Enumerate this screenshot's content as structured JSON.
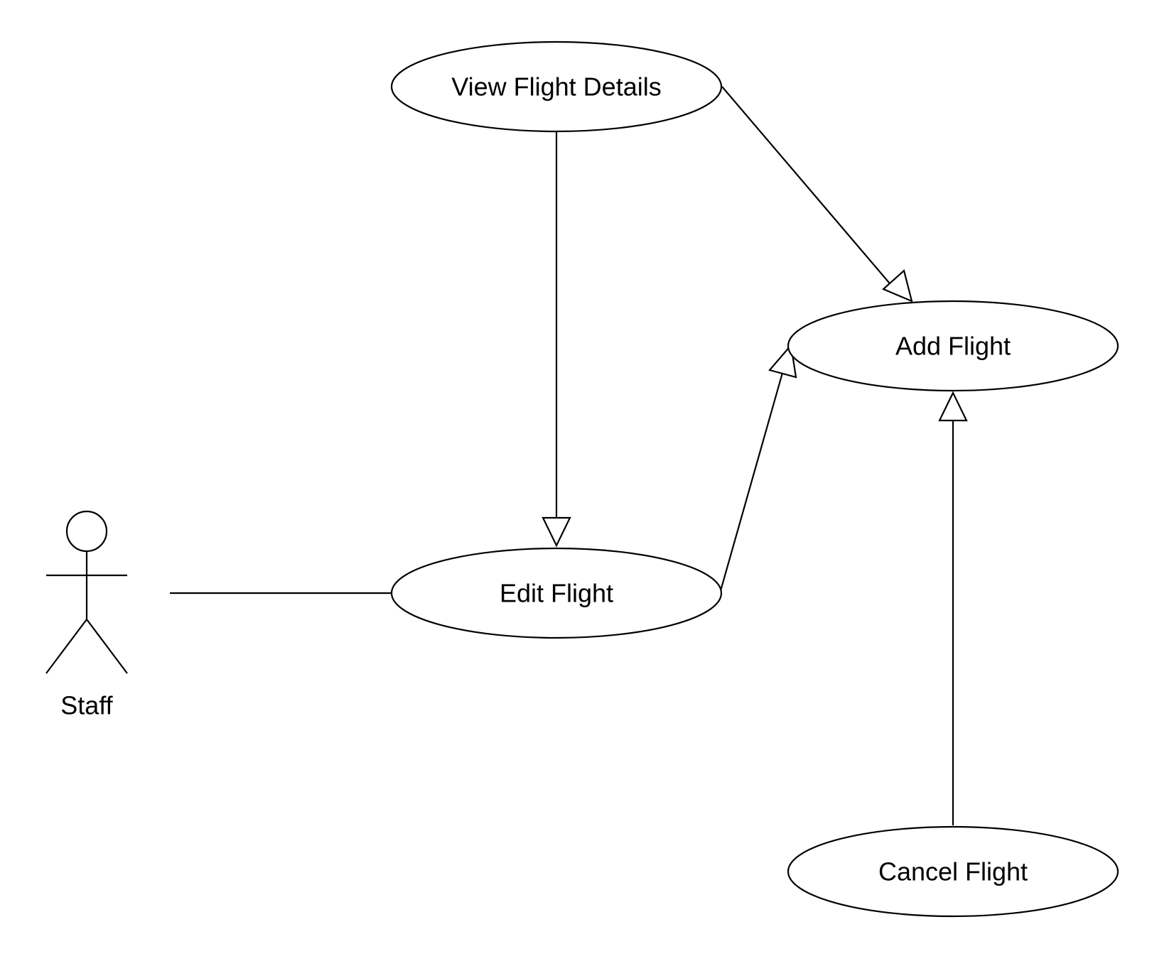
{
  "diagram": {
    "type": "use-case",
    "actors": [
      {
        "id": "staff",
        "label": "Staff"
      }
    ],
    "use_cases": [
      {
        "id": "view-flight-details",
        "label": "View Flight Details"
      },
      {
        "id": "add-flight",
        "label": "Add Flight"
      },
      {
        "id": "edit-flight",
        "label": "Edit Flight"
      },
      {
        "id": "cancel-flight",
        "label": "Cancel Flight"
      }
    ],
    "relationships": [
      {
        "from": "staff",
        "to": "edit-flight",
        "kind": "association"
      },
      {
        "from": "view-flight-details",
        "to": "edit-flight",
        "kind": "generalization"
      },
      {
        "from": "view-flight-details",
        "to": "add-flight",
        "kind": "generalization"
      },
      {
        "from": "edit-flight",
        "to": "add-flight",
        "kind": "generalization"
      },
      {
        "from": "cancel-flight",
        "to": "add-flight",
        "kind": "generalization"
      }
    ]
  }
}
